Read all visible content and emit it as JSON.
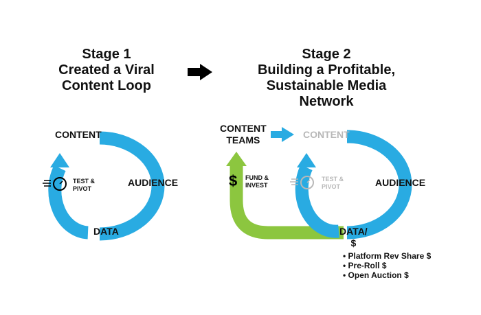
{
  "stage1": {
    "title_line1": "Stage 1",
    "title_line2": "Created a Viral",
    "title_line3": "Content Loop",
    "content_label": "CONTENT",
    "audience_label": "AUDIENCE",
    "data_label": "DATA",
    "test_line1": "TEST &",
    "test_line2": "PIVOT"
  },
  "stage2": {
    "title_line1": "Stage 2",
    "title_line2": "Building a Profitable,",
    "title_line3": "Sustainable Media",
    "title_line4": "Network",
    "teams_line1": "CONTENT",
    "teams_line2": "TEAMS",
    "content_label": "CONTENT",
    "audience_label": "AUDIENCE",
    "data_line1": "DATA/",
    "data_line2": "$",
    "fund_line1": "FUND &",
    "fund_line2": "INVEST",
    "dollar_symbol": "$",
    "test_line1": "TEST &",
    "test_line2": "PIVOT",
    "revenue_items": [
      "• Platform Rev Share $",
      "• Pre-Roll $",
      "• Open Auction $"
    ]
  },
  "colors": {
    "loop_blue": "#29abe2",
    "invest_green": "#8cc63f",
    "faded_gray": "#b8b8b8",
    "text": "#111111"
  },
  "icons": [
    "right-arrow-icon",
    "stopwatch-icon"
  ]
}
